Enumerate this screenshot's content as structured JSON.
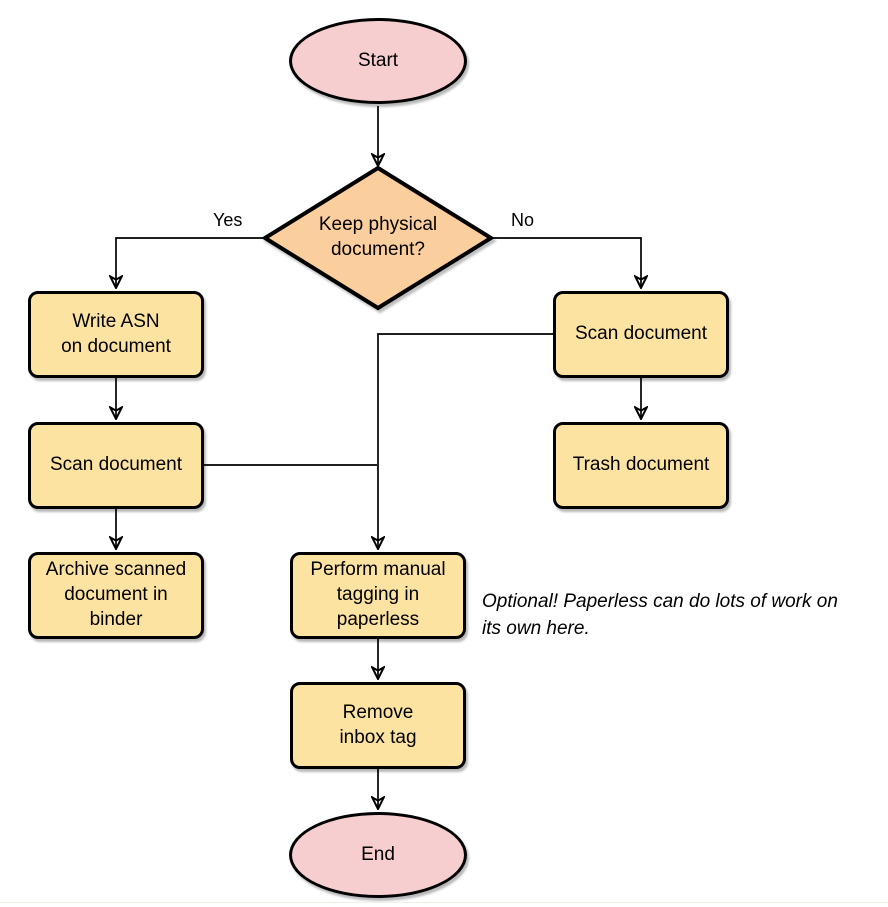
{
  "diagram": {
    "type": "flowchart",
    "colors": {
      "terminal_fill": "#F6CED0",
      "decision_fill": "#FBCE9D",
      "process_fill": "#FCE3A1",
      "stroke": "#000000"
    },
    "nodes": {
      "start": {
        "label": "Start",
        "type": "terminal"
      },
      "decision": {
        "label": "Keep physical\ndocument?",
        "type": "decision"
      },
      "write_asn": {
        "label": "Write ASN\non document",
        "type": "process"
      },
      "scan_left": {
        "label": "Scan document",
        "type": "process"
      },
      "archive": {
        "label": "Archive scanned\ndocument in\nbinder",
        "type": "process"
      },
      "scan_right": {
        "label": "Scan document",
        "type": "process"
      },
      "trash": {
        "label": "Trash document",
        "type": "process"
      },
      "perform_tagging": {
        "label": "Perform manual\ntagging in\npaperless",
        "type": "process"
      },
      "remove_inbox": {
        "label": "Remove\ninbox tag",
        "type": "process"
      },
      "end": {
        "label": "End",
        "type": "terminal"
      }
    },
    "edge_labels": {
      "yes": "Yes",
      "no": "No"
    },
    "annotation": "Optional! Paperless can do lots of work on\nits own here."
  }
}
